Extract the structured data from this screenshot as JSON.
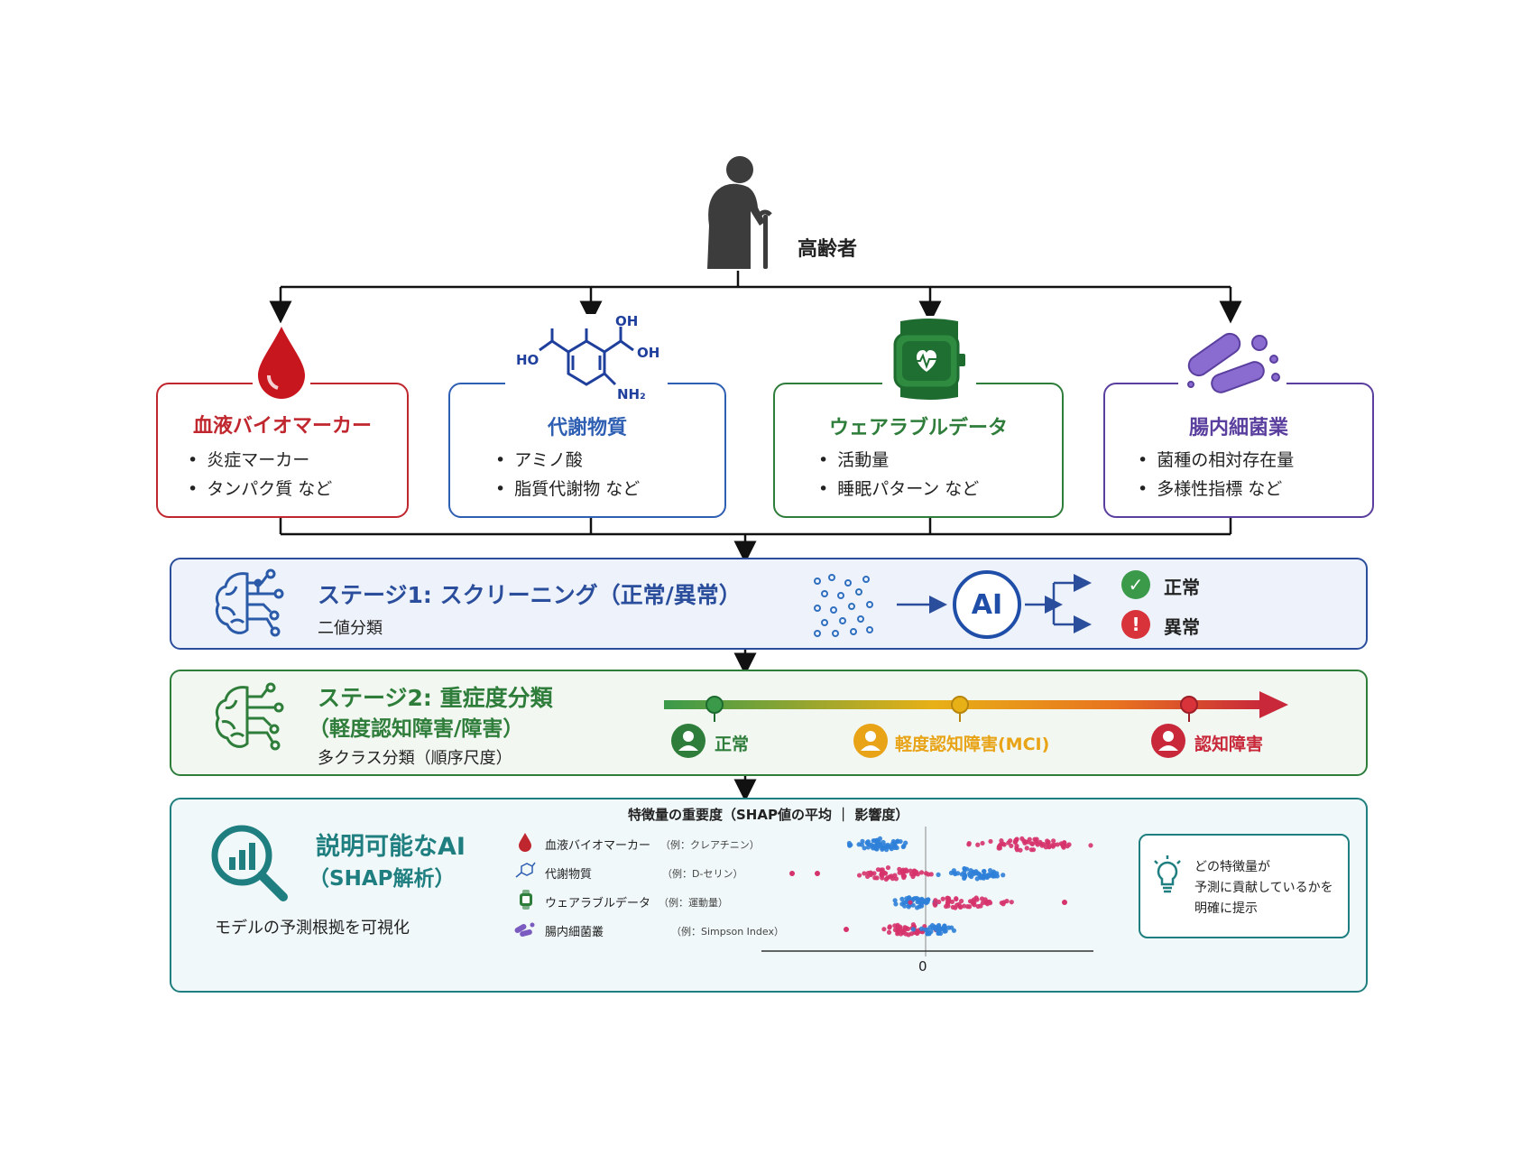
{
  "subject": {
    "label": "高齢者",
    "icon": "elderly-person-icon"
  },
  "sources": [
    {
      "title": "血液バイオマーカー",
      "items": [
        "炎症マーカー",
        "タンパク質 など"
      ],
      "color": "#c0262d",
      "icon": "blood-drop-icon"
    },
    {
      "title": "代謝物質",
      "items": [
        "アミノ酸",
        "脂質代謝物 など"
      ],
      "color": "#2f5fb3",
      "icon": "molecule-icon",
      "molecule_labels": [
        "OH",
        "OH",
        "HO",
        "NH₂"
      ]
    },
    {
      "title": "ウェアラブルデータ",
      "items": [
        "活動量",
        "睡眠パターン など"
      ],
      "color": "#2e7d3a",
      "icon": "smartwatch-icon"
    },
    {
      "title": "腸内細菌業",
      "items": [
        "菌種の相対存在量",
        "多様性指標 など"
      ],
      "color": "#5a3f9e",
      "icon": "bacteria-icon"
    }
  ],
  "stage1": {
    "title": "ステージ1: スクリーニング（正常/異常）",
    "subtitle": "二値分類",
    "ai_label": "AI",
    "outcomes": [
      {
        "label": "正常",
        "icon": "check-circle-icon",
        "color": "#3a9a4a"
      },
      {
        "label": "異常",
        "icon": "alert-circle-icon",
        "color": "#d8333a"
      }
    ],
    "color": "#2a4d9c"
  },
  "stage2": {
    "title_line1": "ステージ2: 重症度分類",
    "title_line2": "（軽度認知障害/障害）",
    "subtitle": "多クラス分類（順序尺度）",
    "levels": [
      {
        "label": "正常",
        "color": "#2e7d3a"
      },
      {
        "label": "軽度認知障害(MCI)",
        "color": "#e8a317"
      },
      {
        "label": "認知障害",
        "color": "#c8283a"
      }
    ],
    "color": "#2e7d3a"
  },
  "stage3": {
    "title_line1": "説明可能なAI",
    "title_line2": "（SHAP解析）",
    "subtitle": "モデルの予測根拠を可視化",
    "color": "#1f7f80",
    "note_lines": [
      "どの特徴量が",
      "予測に貢献しているかを",
      "明確に提示"
    ]
  },
  "chart_data": {
    "type": "scatter",
    "title": "特徴量の重要度（SHAP値の平均 ｜ 影響度）",
    "zero_label": "0",
    "series": [
      {
        "name": "血液バイオマーカー",
        "example": "（例：クレアチニン）",
        "icon": "blood-drop-icon",
        "icon_color": "#c0262d"
      },
      {
        "name": "代謝物質",
        "example": "（例：D-セリン）",
        "icon": "molecule-icon",
        "icon_color": "#2f5fb3"
      },
      {
        "name": "ウェアラブルデータ",
        "example": "（例：運動量）",
        "icon": "smartwatch-icon",
        "icon_color": "#2e7d3a"
      },
      {
        "name": "腸内細菌叢",
        "example": "（例：Simpson Index）",
        "icon": "bacteria-icon",
        "icon_color": "#7a5bc0"
      }
    ],
    "colors": {
      "low": "#2f7fd8",
      "high": "#d6336c"
    }
  }
}
